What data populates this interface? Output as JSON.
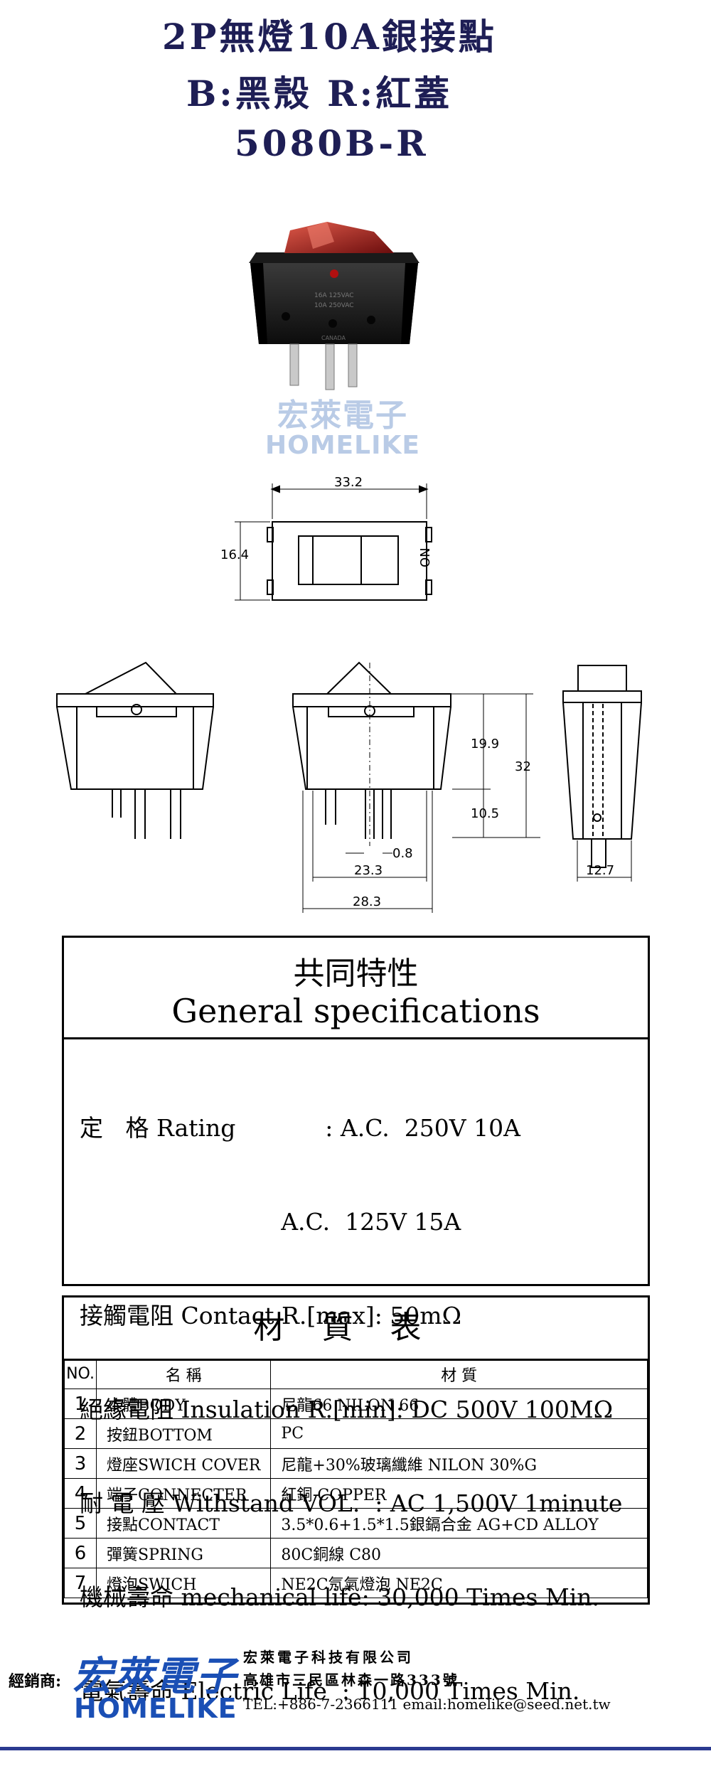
{
  "title": {
    "line1": "2P無燈10A銀接點",
    "line2": "B:黑殼 R:紅蓋",
    "line3": "5080B-R"
  },
  "watermark": {
    "cn": "宏萊電子",
    "en": "HOMELIKE"
  },
  "photo": {
    "print1": "16A 125VAC",
    "print2": "10A 250VAC",
    "print3": "CANADA"
  },
  "dimensions": {
    "top_width": "33.2",
    "top_height": "16.4",
    "on_mark": "ON",
    "height_upper": "19.9",
    "height_lower": "10.5",
    "height_total": "32",
    "pin": "0.8",
    "body_width": "23.3",
    "frame_width": "28.3",
    "side_width": "12.7"
  },
  "specs": {
    "title_cn": "共同特性",
    "title_en": "General specifications",
    "lines": [
      "定   格 Rating            : A.C.  250V 10A",
      "                           A.C.  125V 15A",
      "接觸電阻 Contact R.[max]: 50mΩ",
      "絕緣電阻 Insulation R.[min]: DC 500V 100MΩ",
      "耐 電 壓 Withstand VOL.  : AC 1,500V 1minute",
      "機械壽命 mechanical life: 30,000 Times Min.",
      "電氣壽命 Electric Life  : 10,000 Times Min."
    ]
  },
  "materials": {
    "title": "材質表",
    "headers": {
      "no": "NO.",
      "name": "名    稱",
      "material": "材                        質"
    },
    "rows": [
      {
        "no": "1",
        "name": "本體BODY",
        "material": "尼龍66 NILON 66"
      },
      {
        "no": "2",
        "name": "按鈕BOTTOM",
        "material": "PC"
      },
      {
        "no": "3",
        "name": "燈座SWICH COVER",
        "material": "尼龍+30%玻璃纖維 NILON 30%G"
      },
      {
        "no": "4",
        "name": "端子CONNECTER",
        "material": "紅銅 COPPER"
      },
      {
        "no": "5",
        "name": "接點CONTACT",
        "material": "3.5*0.6+1.5*1.5銀鎘合金 AG+CD ALLOY"
      },
      {
        "no": "6",
        "name": "彈簧SPRING",
        "material": "80C銅線 C80"
      },
      {
        "no": "7",
        "name": "燈泡SWICH",
        "material": "NE2C氖氣燈泡 NE2C"
      }
    ]
  },
  "footer": {
    "label": "經銷商:",
    "logo_cn": "宏萊電子",
    "logo_en": "HOMELIKE",
    "company": "宏萊電子科技有限公司",
    "address": "高雄市三民區林森一路333號",
    "contact": "TEL:+886-7-2366111   email:homelike@seed.net.tw",
    "bar_color": "#2b3a90"
  }
}
